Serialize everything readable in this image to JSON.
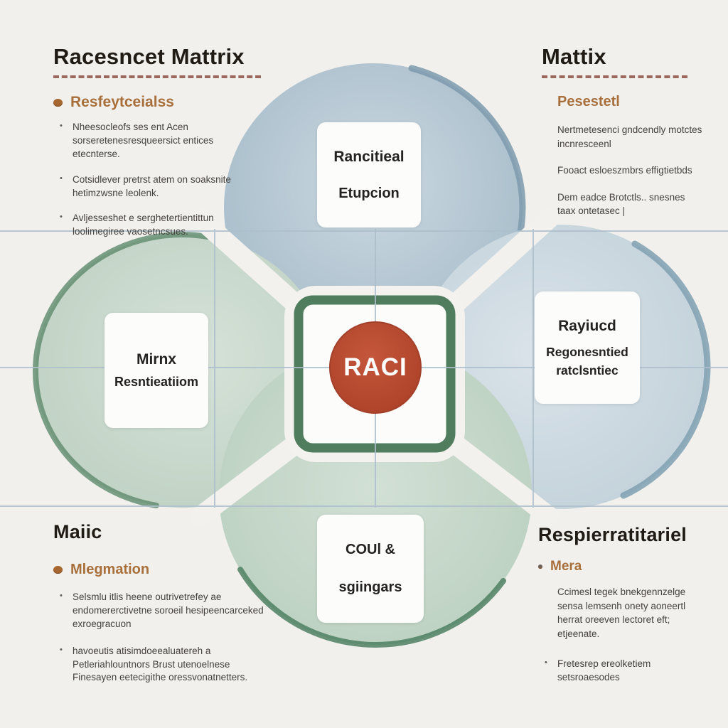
{
  "center": {
    "label": "RACI"
  },
  "cards": {
    "top": {
      "lines": [
        "Rancitieal",
        "Etupcion"
      ]
    },
    "left": {
      "lines": [
        "Mirnx",
        "Resntieatiiom"
      ]
    },
    "right": {
      "lines": [
        "Rayiucd",
        "Regonesntied",
        "ratclsntiec"
      ]
    },
    "bottom": {
      "lines": [
        "COUl &",
        "sgiingars"
      ]
    }
  },
  "sections": {
    "top_left": {
      "title": "Racesncet Mattrix",
      "heading": "Resfeytceialss",
      "bullets": [
        "Nheesocleofs ses ent Acen sorseretenesresqueersict entices etecnterse.",
        "Cotsidlever pretrst atem on soaksnite hetimzwsne leolenk.",
        "Avljesseshet e serghetertientittun loolimegiree vaosetncsues."
      ]
    },
    "top_right": {
      "title": "Mattix",
      "heading": "Pesestetl",
      "paragraphs": [
        "Nertmetesenci gndcendly motctes incnresceenl",
        "Fooact esloeszmbrs effigtietbds",
        "Dem eadce Brotctls.. snesnes taax ontetasec |"
      ]
    },
    "bottom_left": {
      "title": "Maiic",
      "heading": "Mlegmation",
      "bullets": [
        "Selsmlu itlis heene outrivetrefey ae endomererctivetne soroeil hesipeencarceked exroegracuon",
        "havoeutis atisimdoeealuatereh a Petleriahlountnors Brust utenoelnese Finesayen eetecigithe oressvonatnetters."
      ]
    },
    "bottom_right": {
      "title": "Respierratitariel",
      "heading": "Mera",
      "paragraph": "Ccimesl tegek bnekgennzelge sensa lemsenh onety aoneertl herrat oreeven lectoret eft; etjeenate.",
      "bullet": "Fretesrep ereolketiem setsroaesodes"
    }
  },
  "colors": {
    "background": "#f1f0ed",
    "accent_red": "#b84b31",
    "accent_orange": "#a86f3b",
    "petal_green": "#c6d7c9",
    "petal_blue": "#aec2cf",
    "center_border_green": "#4f7d5d",
    "grid_line": "#adbfcc"
  }
}
